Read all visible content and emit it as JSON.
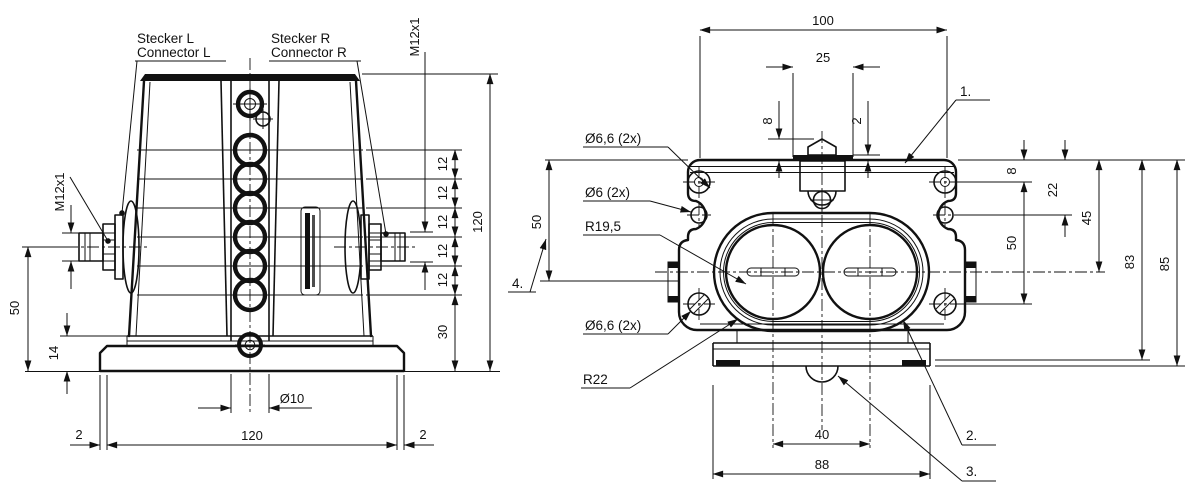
{
  "front": {
    "labels": {
      "stecker_l": "Stecker L",
      "connector_l": "Connector L",
      "stecker_r": "Stecker R",
      "connector_r": "Connector R",
      "m12_left": "M12x1",
      "m12_right": "M12x1"
    },
    "dims": {
      "pitch": [
        "12",
        "12",
        "12",
        "12",
        "12"
      ],
      "d30": "30",
      "h120": "120",
      "v50": "50",
      "v14": "14",
      "w120": "120",
      "left2": "2",
      "right2": "2",
      "slot": "Ø10"
    }
  },
  "side": {
    "dims": {
      "w100": "100",
      "w25": "25",
      "h8": "8",
      "t2": "2",
      "l50": "50",
      "r8": "8",
      "r22": "22",
      "r45": "45",
      "r50": "50",
      "r83": "83",
      "r85": "85",
      "w40": "40",
      "w88": "88"
    },
    "labels": {
      "hole_top": "Ø6,6 (2x)",
      "hole_mid": "Ø6 (2x)",
      "rad_inner": "R19,5",
      "hole_bottom": "Ø6,6 (2x)",
      "rad_outer": "R22"
    },
    "callouts": {
      "c1": "1.",
      "c2": "2.",
      "c3": "3.",
      "c4": "4."
    }
  }
}
